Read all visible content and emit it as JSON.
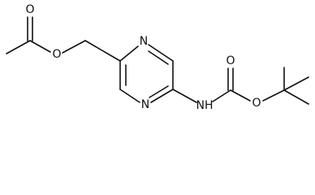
{
  "molecule": {
    "atom_labels": {
      "ester_carbonyl_oxygen": "O",
      "ester_ether_oxygen": "O",
      "ring_nitrogen_top": "N",
      "ring_nitrogen_bottom": "N",
      "carbamate_nh": "NH",
      "carbamate_carbonyl_oxygen": "O",
      "carbamate_ether_oxygen": "O"
    }
  }
}
